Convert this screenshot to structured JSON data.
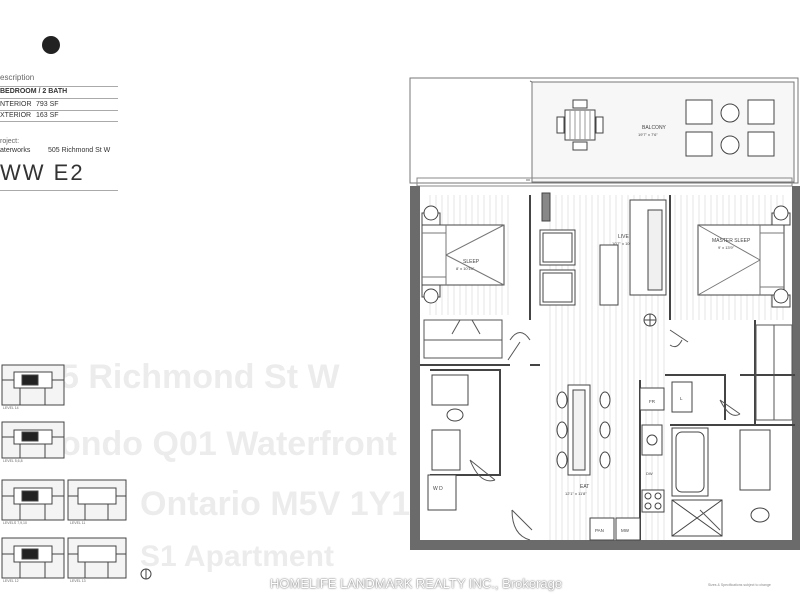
{
  "header": {
    "description_label": "escription",
    "specs": [
      {
        "label": "BEDROOM / 2 BATH",
        "value": ""
      },
      {
        "label": "NTERIOR",
        "value": "793 SF"
      },
      {
        "label": "XTERIOR",
        "value": "163 SF"
      }
    ],
    "project_label": "roject:",
    "project_name": "aterworks",
    "project_address": "505 Richmond St W",
    "unit_name": "WW E2"
  },
  "floorplan": {
    "rooms": {
      "balcony": {
        "name": "BALCONY",
        "dims": "19'7\" x 7'6\""
      },
      "sleep": {
        "name": "SLEEP",
        "dims": "8' x 10'10\""
      },
      "live": {
        "name": "LIVE",
        "dims": "10'7\" x 10'"
      },
      "master": {
        "name": "MASTER SLEEP",
        "dims": "9' x 13'9\""
      },
      "eat": {
        "name": "EAT",
        "dims": "12'1\" x 11'8\""
      }
    },
    "fixtures": {
      "fr": "FR",
      "l": "L",
      "dw": "DW",
      "wd": "W\nD",
      "pan": "PAN",
      "mw": "MW"
    }
  },
  "keyplans": [
    "LEVEL 14",
    "LEVEL 5,6,8",
    "LEVELS 7,9,10",
    "LEVEL 11",
    "LEVEL 12",
    "LEVEL 13"
  ],
  "watermark": [
    "5 Richmond St W",
    "ondo Q01 Waterfront",
    "Ontario M5V 1Y1",
    "S1 Apartment"
  ],
  "footer": {
    "brokerage": "HOMELIFE LANDMARK REALTY INC., Brokerage",
    "disclaimer": "Sizes & Specifications subject to change"
  }
}
